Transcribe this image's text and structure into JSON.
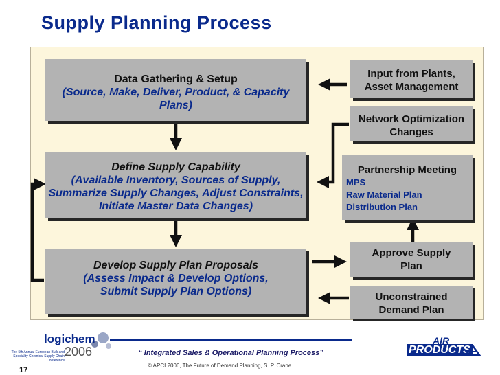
{
  "title": "Supply Planning Process",
  "boxes": {
    "data_gathering": {
      "heading": "Data Gathering & Setup",
      "detail": "(Source, Make, Deliver, Product, & Capacity Plans)"
    },
    "define_capability": {
      "heading": "Define Supply Capability",
      "detail": "(Available Inventory, Sources of Supply, Summarize Supply Changes, Adjust Constraints, Initiate Master Data Changes)"
    },
    "develop_proposals": {
      "heading": "Develop Supply Plan Proposals",
      "detail": "(Assess Impact & Develop Options, Submit Supply Plan Options)"
    },
    "input_plants": {
      "text": "Input from Plants, Asset Management"
    },
    "network_opt": {
      "text": "Network Optimization Changes"
    },
    "partnership": {
      "heading": "Partnership Meeting",
      "items": [
        "MPS",
        "Raw Material Plan",
        "Distribution Plan"
      ]
    },
    "approve": {
      "text": "Approve Supply Plan"
    },
    "unconstrained": {
      "text": "Unconstrained Demand Plan"
    }
  },
  "footer": {
    "quote": "“ Integrated Sales & Operational Planning Process”",
    "copyright": "©  APCI 2006, The Future of Demand Planning, S. P. Crane",
    "page_number": "17"
  },
  "logos": {
    "logichem_word": "logichem",
    "logichem_year": "2006",
    "logichem_small": "The 5th Annual European Bulk and Speciality Chemical Supply Chain Conference",
    "air_word1": "AIR",
    "air_word2": "PRODUCTS"
  },
  "colors": {
    "title": "#0a2a8c",
    "panel": "#fdf6dc",
    "box": "#b3b3b3",
    "shadow": "#262626",
    "italic_text": "#0a2a8c"
  }
}
